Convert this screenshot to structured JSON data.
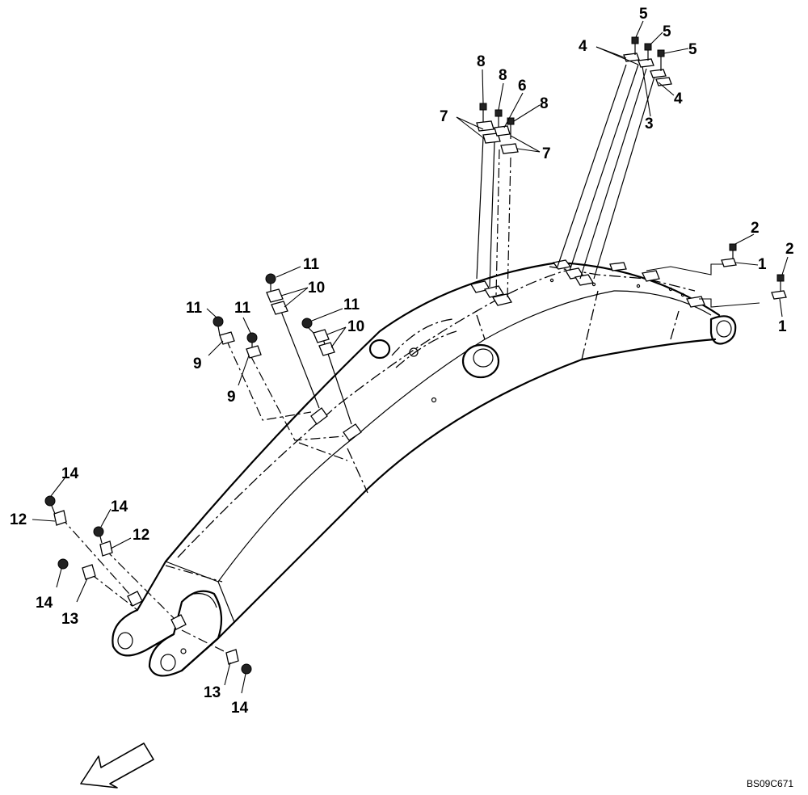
{
  "callouts": {
    "c1a": "1",
    "c1b": "1",
    "c2a": "2",
    "c2b": "2",
    "c3": "3",
    "c4a": "4",
    "c4b": "4",
    "c5a": "5",
    "c5b": "5",
    "c5c": "5",
    "c6": "6",
    "c7a": "7",
    "c7b": "7",
    "c8a": "8",
    "c8b": "8",
    "c8c": "8",
    "c9a": "9",
    "c9b": "9",
    "c10a": "10",
    "c10b": "10",
    "c11a": "11",
    "c11b": "11",
    "c11c": "11",
    "c11d": "11",
    "c12a": "12",
    "c12b": "12",
    "c13a": "13",
    "c13b": "13",
    "c14a": "14",
    "c14b": "14",
    "c14c": "14",
    "c14d": "14"
  },
  "drawing_code": "BS09C671"
}
